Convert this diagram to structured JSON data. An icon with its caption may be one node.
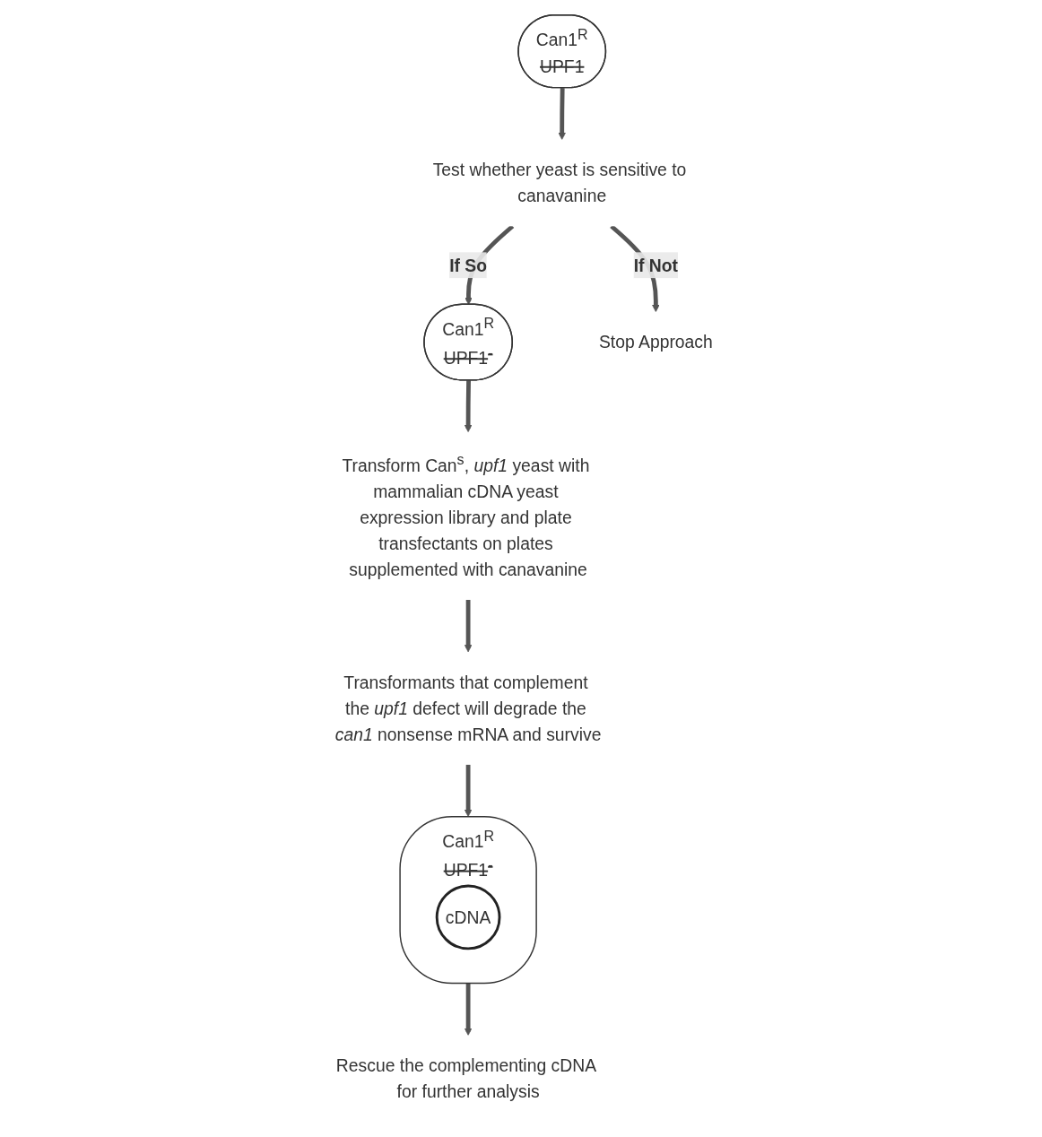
{
  "diagram": {
    "nodes": [
      {
        "text": [
          "Can1$^{R}$",
          "UPF1"
        ]
      },
      {
        "text": [
          "Test whether yeast is sensitive to canavanine"
        ]
      },
      {
        "text": [
          "Can1$^{R}$",
          "UPF1$^{-}$"
        ]
      },
      {
        "text": [
          "Stop Approach"
        ]
      },
      {
        "text": [
          "Transform Can$^{s}$, *upf1* yeast with mammalian cDNA yeast expression library and plate transfectants on plates supplemented with canavanine"
        ]
      },
      {
        "text": [
          "Transformants that complement the *upf1* defect will degrade the *can1* nonsense mRNA and survive"
        ]
      },
      {
        "text": [
          "Can1$^{R}$",
          "UPF1$^{-}$"
        ]
      },
      {
        "text": [
          "cDNA"
        ],
        "in": 6
      },
      {
        "text": [
          "Rescue the complementing cDNA for further analysis"
        ]
      }
    ],
    "edges": [
      {
        "from": 0,
        "to": 1,
        "arrow": "to"
      },
      {
        "from": 1,
        "to": 2,
        "arrow": "to",
        "label": "If So"
      },
      {
        "from": 1,
        "to": 3,
        "arrow": "to",
        "label": "If Not"
      },
      {
        "from": 2,
        "to": 4,
        "arrow": "to"
      },
      {
        "from": 4,
        "to": 5,
        "arrow": "to"
      },
      {
        "from": 5,
        "to": 6,
        "arrow": "to"
      },
      {
        "from": 6,
        "to": 8,
        "arrow": "to"
      }
    ]
  }
}
